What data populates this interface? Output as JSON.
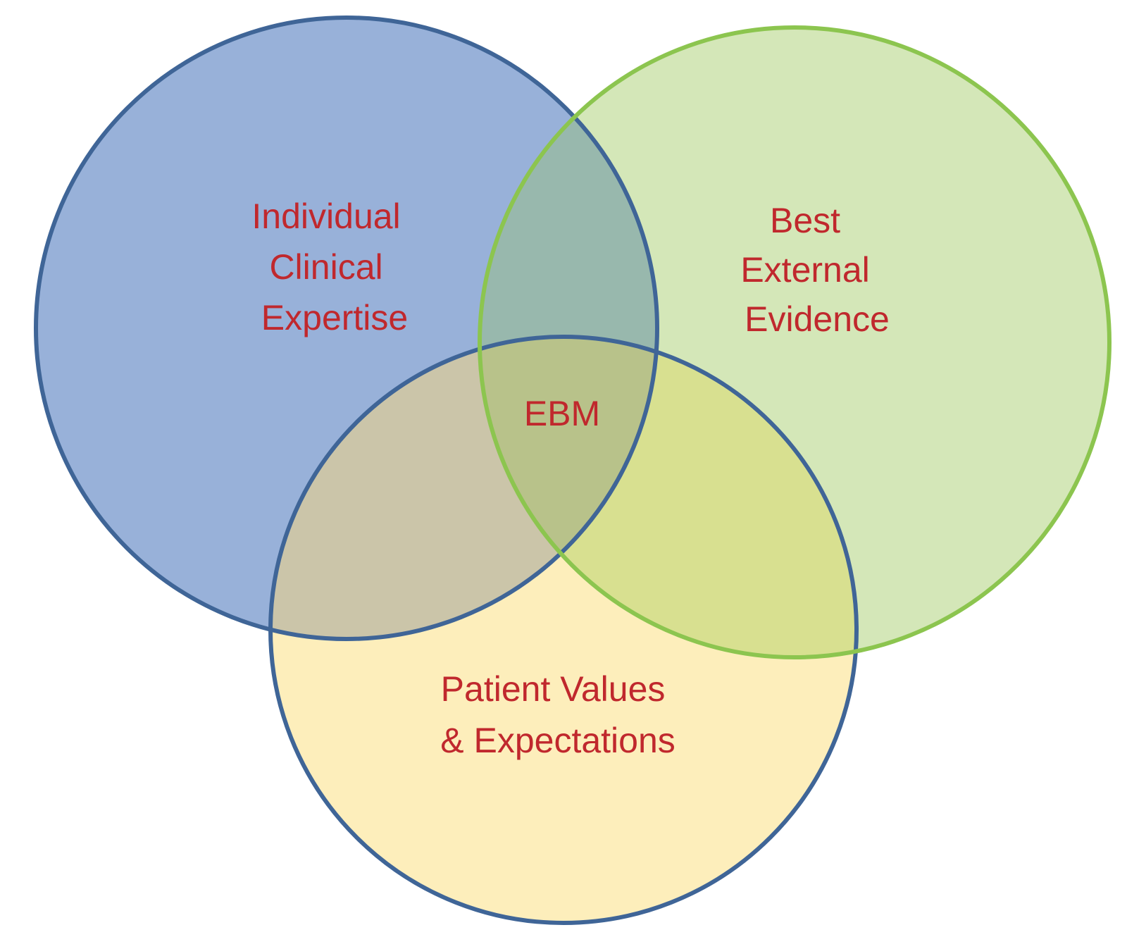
{
  "diagram": {
    "type": "venn",
    "sets": [
      {
        "id": "expertise",
        "label_lines": [
          "Individual",
          "Clinical",
          "Expertise"
        ],
        "fill": "#98b1d9",
        "stroke": "#3f6597"
      },
      {
        "id": "evidence",
        "label_lines": [
          "Best",
          "External",
          "Evidence"
        ],
        "fill": "#d4e7b8",
        "stroke": "#8cc54f"
      },
      {
        "id": "patient",
        "label_lines": [
          "Patient Values",
          "& Expectations"
        ],
        "fill": "#fdeebb",
        "stroke": "#3f6597"
      }
    ],
    "center_label": "EBM",
    "colors": {
      "text": "#c0282d",
      "expertise_evidence": "#98b8ad",
      "expertise_patient": "#cbc5a9",
      "evidence_patient": "#d8e090",
      "all_three": "#b8c28a"
    }
  }
}
